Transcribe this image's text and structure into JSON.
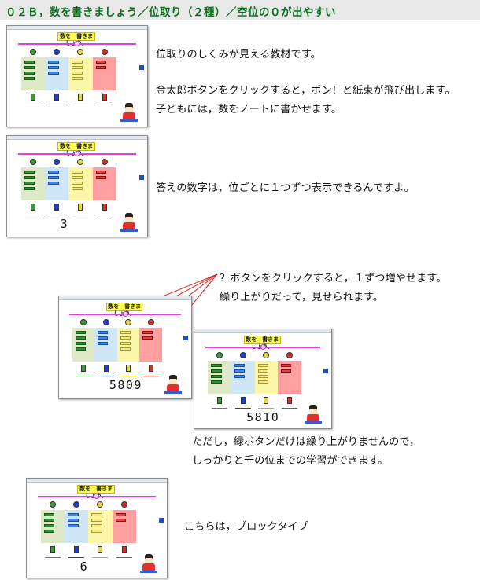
{
  "header": {
    "title": "０２Ｂ，数を書きましょう／位取り（２種）／空位の０が出やすい"
  },
  "text": {
    "t1": "位取りのしくみが見える教材です。",
    "t2": "金太郎ボタンをクリックすると，ボン！と紙束が飛び出します。",
    "t3": "子どもには，数をノートに書かせます。",
    "t4": "答えの数字は，位ごとに１つずつ表示できるんですよ。",
    "t5": "？ボタンをクリックすると，１ずつ増やせます。",
    "t6": "繰り上がりだって，見せられます。",
    "t7": "ただし，緑ボタンだけは繰り上がりませんので，",
    "t8": "しっかりと千の位までの学習ができます。",
    "t9": "こちらは，ブロックタイプ"
  },
  "screens": [
    {
      "title": "数を　書きましょう。",
      "number": ""
    },
    {
      "title": "数を　書きましょう。",
      "number": "3"
    },
    {
      "title": "数を　書きましょう。",
      "number": "5809"
    },
    {
      "title": "数を　書きましょう。",
      "number": "5810"
    },
    {
      "title": "数を　書きましょう。",
      "number": "6"
    }
  ],
  "colors": {
    "green": "#3a9a35",
    "blue": "#1d3fd0",
    "yellow": "#e6d640",
    "red": "#d53030",
    "pink_line": "#e040e0",
    "callout": "#e02020"
  }
}
